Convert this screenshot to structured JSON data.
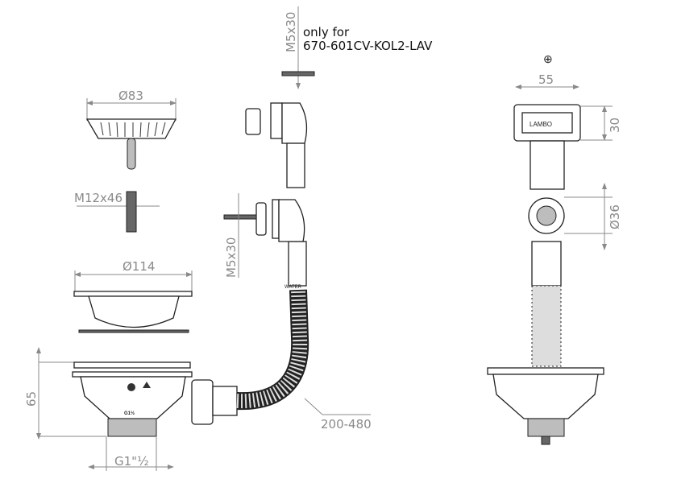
{
  "title": "Sink strainer waste kit technical drawing",
  "note": {
    "line1": "only for",
    "line2": "670-601CV-KOL2-LAV"
  },
  "dimensions": {
    "strainer_diameter": "Ø83",
    "bolt": "M12x46",
    "basket_diameter": "Ø114",
    "height": "65",
    "thread": "G1\"½",
    "screw_top": "M5x30",
    "screw_mid": "M5x30",
    "hose_length": "200-480",
    "overflow_width": "55",
    "overflow_height": "30",
    "overflow_diameter": "Ø36"
  },
  "markings": {
    "brand": "LAMBO",
    "hose_label": "WATER",
    "thread_mark": "G1½"
  }
}
